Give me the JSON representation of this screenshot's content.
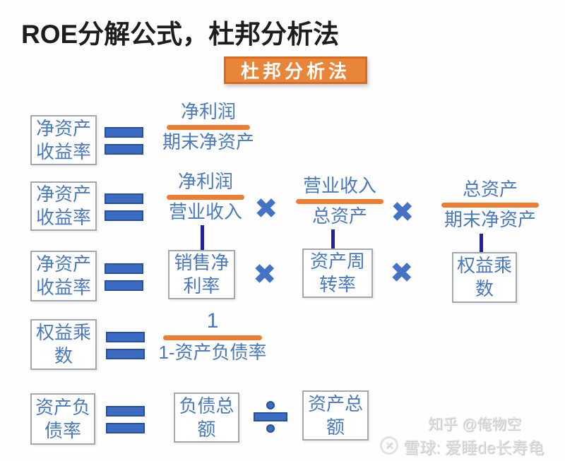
{
  "header": {
    "title": "ROE分解公式，杜邦分析法",
    "banner": "杜邦分析法"
  },
  "operators": {
    "multiply": "✖",
    "divide": "÷"
  },
  "colors": {
    "accent_blue": "#4472C4",
    "blue_fill": "#3B6CC2",
    "blue_text": "#4A78BC",
    "orange": "#ED7D31",
    "banner_orange": "#E98539",
    "banner_border": "#D96A1F",
    "connector_navy": "#2121A8",
    "box_border": "#A3A8AE",
    "title_black": "#1D1D1D",
    "watermark_gray": "#E2E2E2"
  },
  "row1": {
    "lhs": {
      "line1": "净资产",
      "line2": "收益率"
    },
    "frac": {
      "num": "净利润",
      "den": "期末净资产"
    }
  },
  "row2": {
    "lhs": {
      "line1": "净资产",
      "line2": "收益率"
    },
    "frac1": {
      "num": "净利润",
      "den": "营业收入"
    },
    "frac2": {
      "num": "营业收入",
      "den": "总资产"
    },
    "frac3": {
      "num": "总资产",
      "den": "期末净资产"
    }
  },
  "row3": {
    "lhs": {
      "line1": "净资产",
      "line2": "收益率"
    },
    "box1": {
      "line1": "销售净",
      "line2": "利率"
    },
    "box2": {
      "line1": "资产周",
      "line2": "转率"
    },
    "box3": {
      "line1": "权益乘",
      "line2": "数"
    }
  },
  "row4": {
    "lhs": {
      "line1": "权益乘",
      "line2": "数"
    },
    "frac": {
      "num": "1",
      "den": "1-资产负债率"
    }
  },
  "row5": {
    "lhs": {
      "line1": "资产负",
      "line2": "债率"
    },
    "box1": {
      "line1": "负债总",
      "line2": "额"
    },
    "box2": {
      "line1": "资产总",
      "line2": "额"
    }
  },
  "watermarks": {
    "zhihu": "知乎 @俺物空",
    "xueqiu": "雪球: 爱睡de长寿龟",
    "xueqiu_logo_glyph": "✕"
  }
}
